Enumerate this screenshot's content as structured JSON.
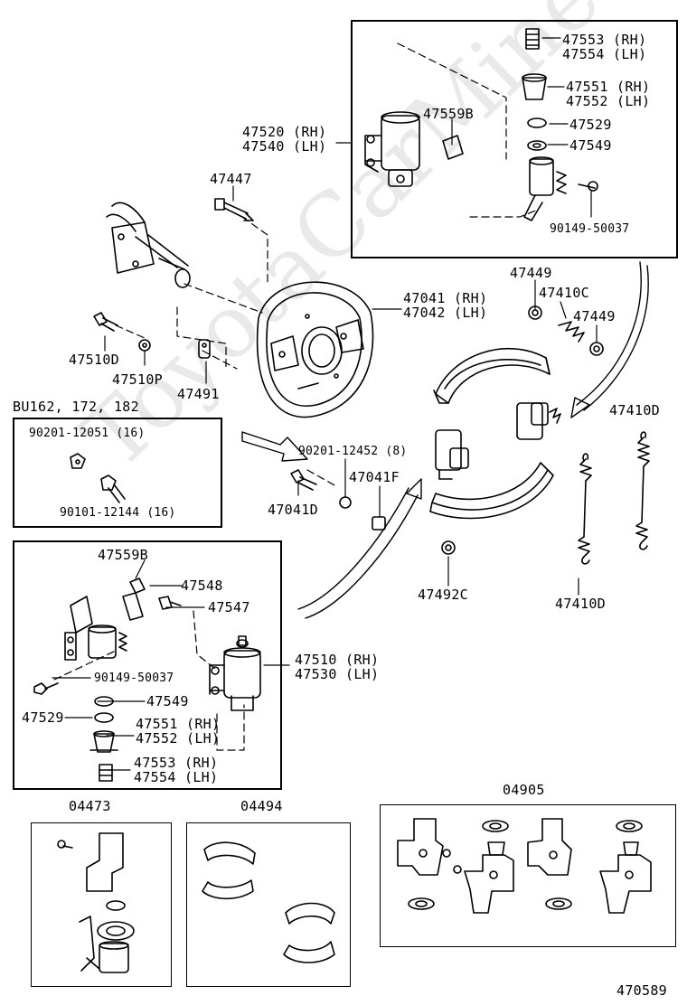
{
  "watermark": "ToyotaCarMine.ru",
  "labels": {
    "p47553": "47553 (RH)",
    "p47554": "47554 (LH)",
    "p47551": "47551 (RH)",
    "p47552": "47552 (LH)",
    "p47529": "47529",
    "p47549": "47549",
    "p47559b": "47559B",
    "p47520": "47520 (RH)",
    "p47540": "47540 (LH)",
    "p90149": "90149-50037",
    "p47447": "47447",
    "p47449a": "47449",
    "p47410c": "47410C",
    "p47449b": "47449",
    "p47041": "47041 (RH)",
    "p47042": "47042 (LH)",
    "p47510d": "47510D",
    "p47510p": "47510P",
    "p47491": "47491",
    "bu": "BU162, 172, 182",
    "p90201a": "90201-12051 (16)",
    "p90101": "90101-12144 (16)",
    "p90201b": "90201-12452 (8)",
    "p47041f": "47041F",
    "p47041d": "47041D",
    "p47410d_top": "47410D",
    "p47492c": "47492C",
    "p47410d_bot": "47410D",
    "i47559b": "47559B",
    "i47548": "47548",
    "i47547": "47547",
    "i90149": "90149-50037",
    "i47510": "47510 (RH)",
    "i47530": "47530 (LH)",
    "i47549": "47549",
    "i47529": "47529",
    "i47551": "47551 (RH)",
    "i47552": "47552 (LH)",
    "i47553": "47553 (RH)",
    "i47554": "47554 (LH)",
    "k04473": "04473",
    "k04494": "04494",
    "k04905": "04905",
    "fig": "470589"
  }
}
